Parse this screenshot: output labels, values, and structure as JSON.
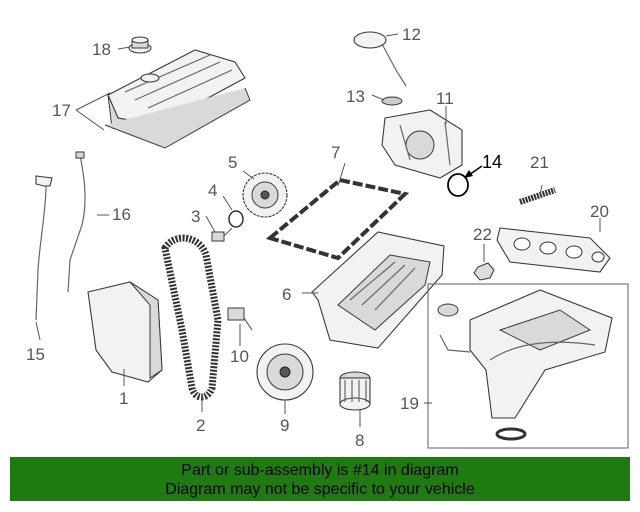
{
  "labels": {
    "p1": "1",
    "p2": "2",
    "p3": "3",
    "p4": "4",
    "p5": "5",
    "p6": "6",
    "p7": "7",
    "p8": "8",
    "p9": "9",
    "p10": "10",
    "p11": "11",
    "p12": "12",
    "p13": "13",
    "p14": "14",
    "p15": "15",
    "p16": "16",
    "p17": "17",
    "p18": "18",
    "p19": "19",
    "p20": "20",
    "p21": "21",
    "p22": "22"
  },
  "banner": {
    "line1": "Part or sub-assembly is #14 in diagram",
    "line2": "Diagram may not be specific to your vehicle"
  },
  "colors": {
    "banner_bg": "#1f7a12",
    "label": "#555555",
    "highlight_label": "#000000"
  }
}
